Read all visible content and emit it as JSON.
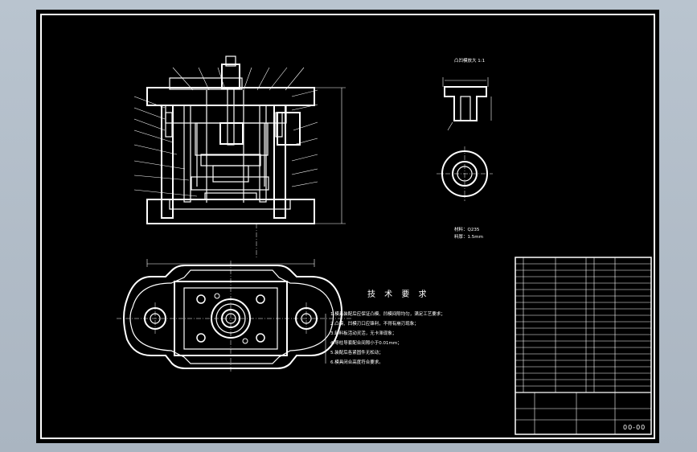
{
  "drawing": {
    "background": "#000000",
    "line_color": "#ffffff",
    "frame_color": "#aab5c1",
    "detail_view": {
      "scale_label": "凸凹模放大 1:1"
    },
    "material_note": {
      "line1": "材料：Q235",
      "line2": "料厚：1.5mm"
    },
    "tech_requirements": {
      "title": "技 术 要 求",
      "lines": [
        "1.模具装配后应保证凸模、凹模间隙均匀，满足工艺要求；",
        "2.凸模、凹模刃口应锋利，不得有崩刃现象；",
        "3.卸料板活动灵活，无卡滞现象；",
        "4.导柱导套配合间隙小于0.01mm；",
        "5.装配后各紧固件无松动；",
        "6.模具闭合高度符合要求。"
      ]
    },
    "title_block": {
      "drawing_number": "00-00"
    }
  }
}
